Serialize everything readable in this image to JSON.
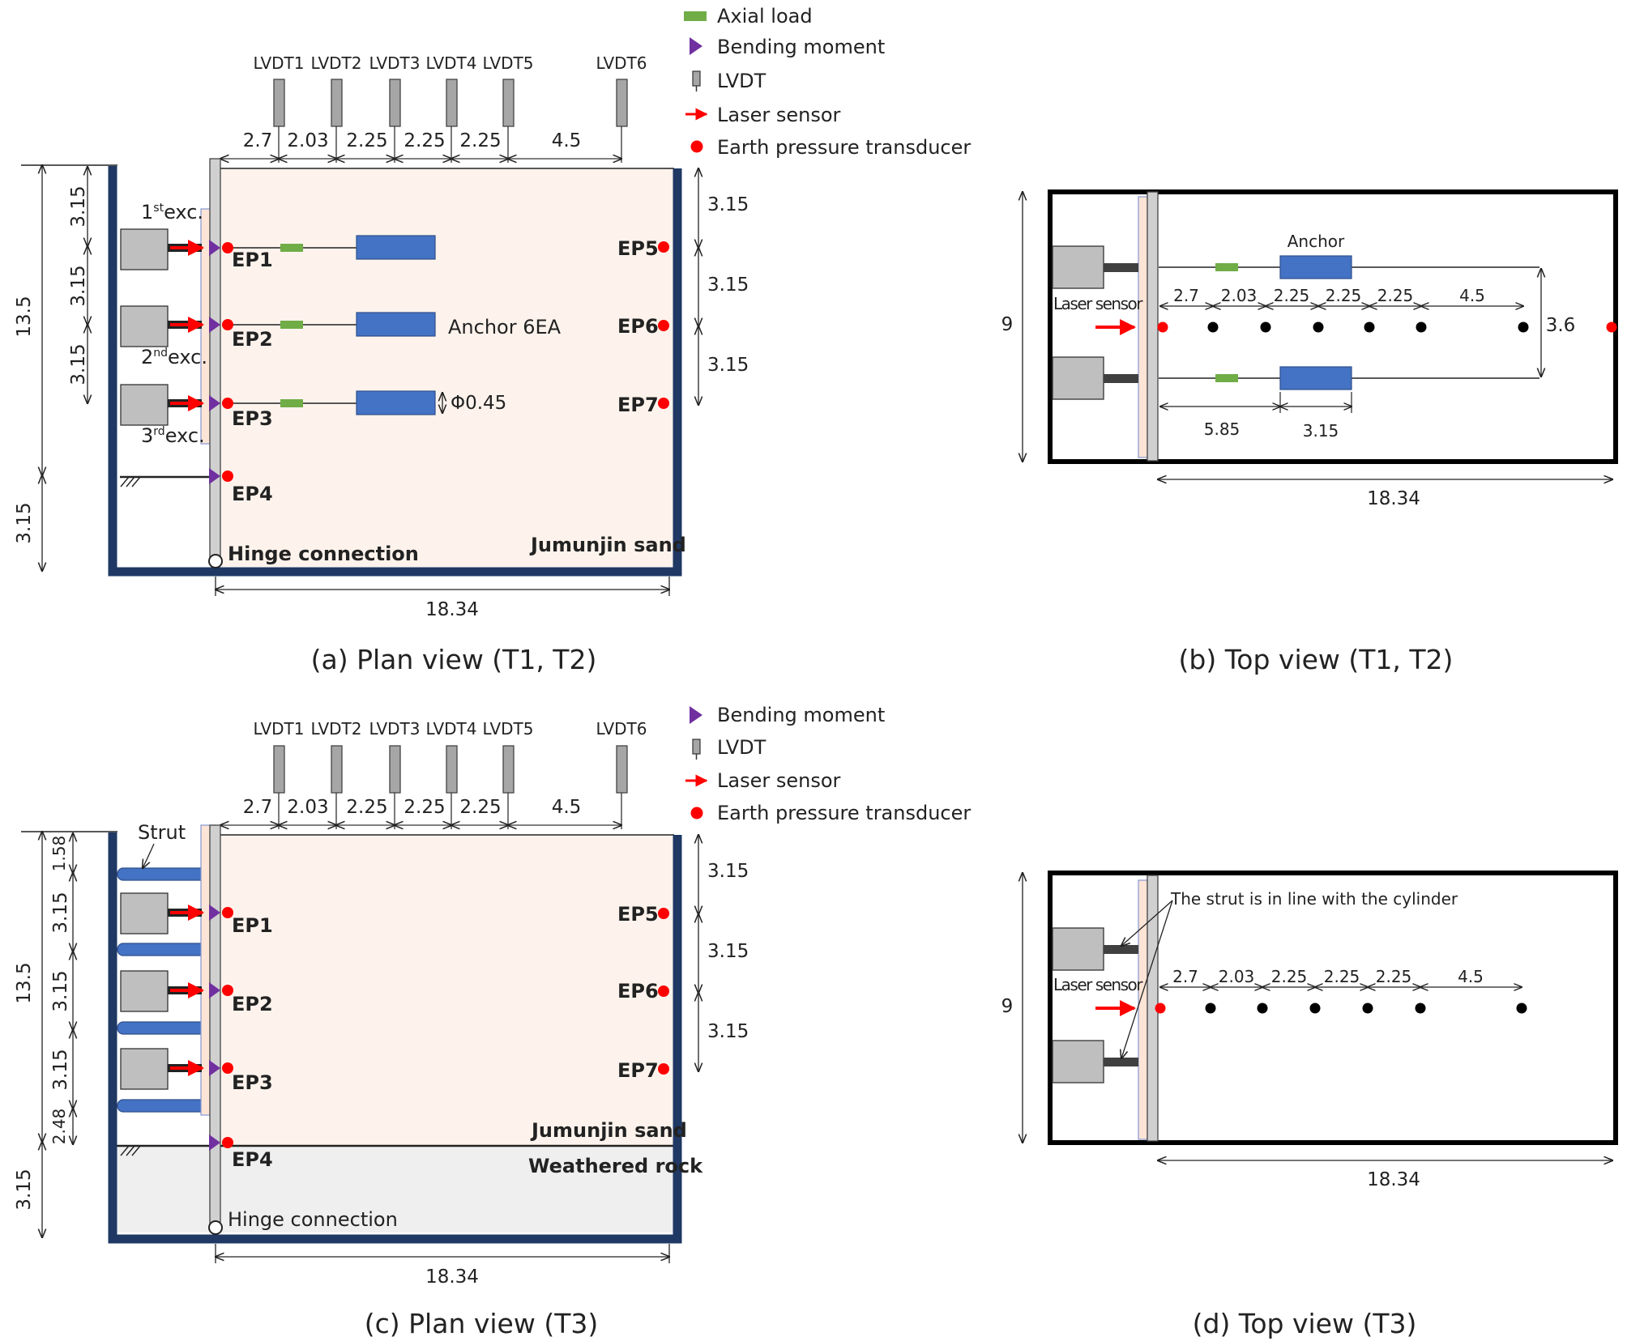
{
  "colors": {
    "box_border": "#1f3864",
    "sand_fill": "#fdf3ec",
    "rock_fill": "#efefef",
    "anchor_blue": "#4472c4",
    "axial_green": "#70ad47",
    "bending_purple": "#7030a0",
    "laser_red": "#ff0000",
    "ep_red": "#ff0000",
    "cylinder_gray": "#bfbfbf",
    "lvdt_gray": "#a6a6a6"
  },
  "legend_top": {
    "axial_load": "Axial load",
    "bending_moment": "Bending moment",
    "lvdt": "LVDT",
    "laser_sensor": "Laser sensor",
    "earth_pressure": "Earth pressure transducer"
  },
  "legend_bottom": {
    "bending_moment": "Bending moment",
    "lvdt": "LVDT",
    "laser_sensor": "Laser sensor",
    "earth_pressure": "Earth pressure transducer"
  },
  "lvdt_labels": [
    "LVDT1",
    "LVDT2",
    "LVDT3",
    "LVDT4",
    "LVDT5",
    "LVDT6"
  ],
  "lvdt_spacing": [
    "2.7",
    "2.03",
    "2.25",
    "2.25",
    "2.25",
    "4.5"
  ],
  "ep_labels": [
    "EP1",
    "EP2",
    "EP3",
    "EP4",
    "EP5",
    "EP6",
    "EP7"
  ],
  "panel_a": {
    "caption": "(a) Plan view (T1, T2)",
    "exc1": "exc.",
    "exc1_sup": "st",
    "exc1_num": "1",
    "exc2": "exc.",
    "exc2_sup": "nd",
    "exc2_num": "2",
    "exc3": "exc.",
    "exc3_sup": "rd",
    "exc3_num": "3",
    "anchor_label": "Anchor 6EA",
    "phi_label": "Φ0.45",
    "hinge": "Hinge connection",
    "soil": "Jumunjin sand",
    "left_dims": [
      "3.15",
      "3.15",
      "3.15"
    ],
    "total_depth": "13.5",
    "embed": "3.15",
    "right_dims": [
      "3.15",
      "3.15",
      "3.15"
    ],
    "width": "18.34"
  },
  "panel_b": {
    "caption": "(b) Top view (T1, T2)",
    "anchor": "Anchor",
    "laser": "Laser sensor",
    "spacing": [
      "2.7",
      "2.03",
      "2.25",
      "2.25",
      "2.25",
      "4.5"
    ],
    "anchor_sep": "3.6",
    "free_len": "5.85",
    "bond_len": "3.15",
    "height": "9",
    "width": "18.34"
  },
  "panel_c": {
    "caption": "(c) Plan view (T3)",
    "strut": "Strut",
    "hinge": "Hinge connection",
    "soil": "Jumunjin sand",
    "rock": "Weathered rock",
    "left_dims": [
      "1.58",
      "3.15",
      "3.15",
      "3.15",
      "2.48"
    ],
    "total_depth": "13.5",
    "embed": "3.15",
    "right_dims": [
      "3.15",
      "3.15",
      "3.15"
    ],
    "width": "18.34"
  },
  "panel_d": {
    "caption": "(d) Top view (T3)",
    "note": "The strut is in line with the cylinder",
    "laser": "Laser sensor",
    "spacing": [
      "2.7",
      "2.03",
      "2.25",
      "2.25",
      "2.25",
      "4.5"
    ],
    "height": "9",
    "width": "18.34"
  }
}
